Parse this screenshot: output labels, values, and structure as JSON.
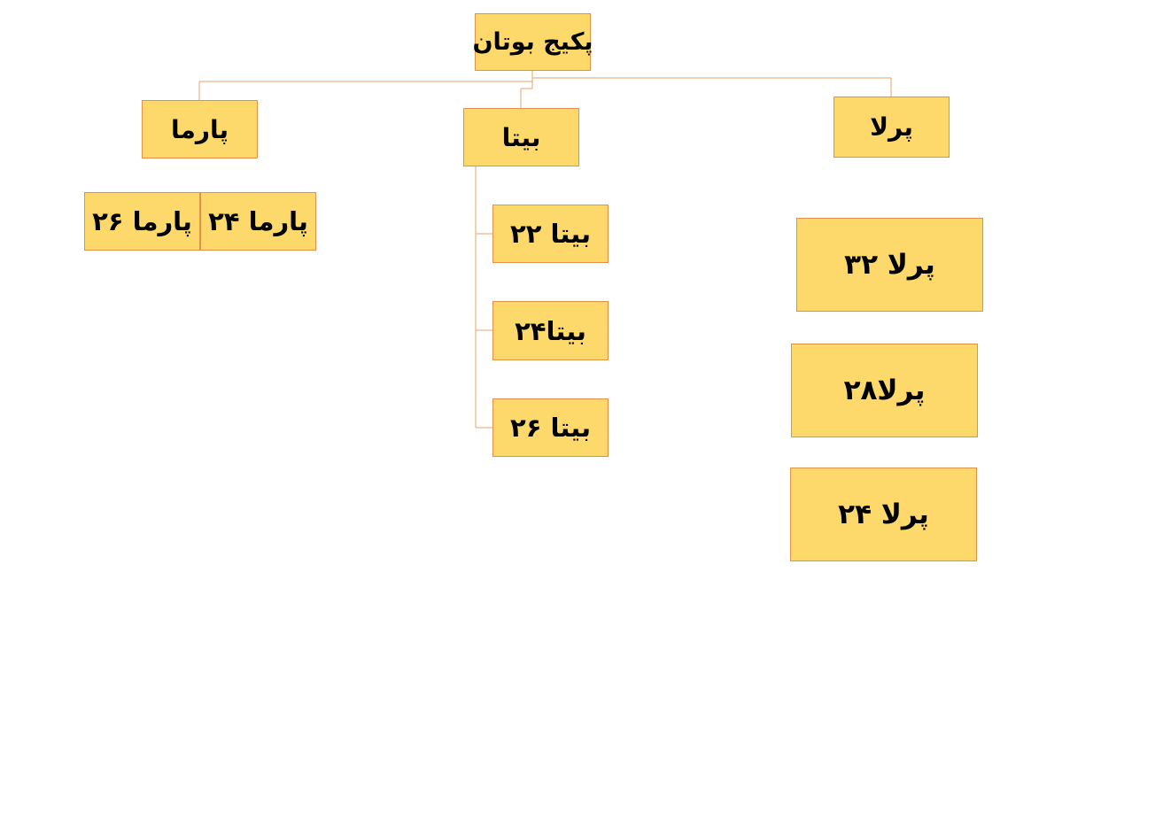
{
  "diagram": {
    "root": {
      "label": "پکیج بوتان"
    },
    "branches": [
      {
        "label": "پارما",
        "children": [
          {
            "label": "پارما ۲۴"
          },
          {
            "label": "پارما ۲۶"
          }
        ]
      },
      {
        "label": "بیتا",
        "children": [
          {
            "label": "بیتا ۲۲"
          },
          {
            "label": "بیتا۲۴"
          },
          {
            "label": "بیتا ۲۶"
          }
        ]
      },
      {
        "label": "پرلا",
        "children": [
          {
            "label": "پرلا ۳۲"
          },
          {
            "label": "پرلا۲۸"
          },
          {
            "label": "پرلا ۲۴"
          }
        ]
      }
    ]
  },
  "colors": {
    "box_fill": "#fdd96b",
    "box_border": "#e3904a",
    "connector": "#e9a36b",
    "text": "#000000"
  }
}
